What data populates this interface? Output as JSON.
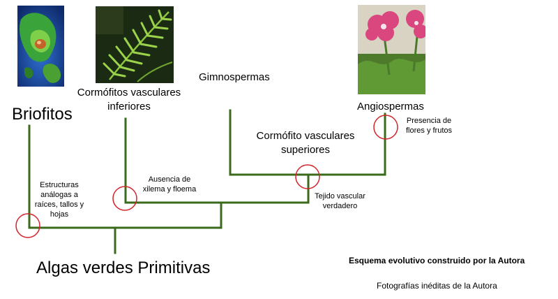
{
  "colors": {
    "branch": "#3a6b1c",
    "marker": "#d2232a"
  },
  "taxa": {
    "algas": "Algas verdes Primitivas",
    "briofitos": "Briofitos",
    "cormofitos_inferiores": [
      "Cormófitos vasculares",
      "inferiores"
    ],
    "gimnospermas": "Gimnospermas",
    "cormofitos_superiores": [
      "Cormófito vasculares",
      "superiores"
    ],
    "angiospermas": "Angiospermas"
  },
  "characters": {
    "estructuras": [
      "Estructuras",
      "análogas a",
      "raíces, tallos y",
      "hojas"
    ],
    "ausencia": [
      "Ausencia de",
      "xilema y floema"
    ],
    "tejido": [
      "Tejido vascular",
      "verdadero"
    ],
    "presencia": [
      "Presencia de",
      "flores y frutos"
    ]
  },
  "credits": {
    "title": "Esquema evolutivo construido por la Autora",
    "photos": "Fotografías inéditas de la Autora"
  },
  "photos": [
    {
      "name": "moss-photo",
      "subject": "Briofito"
    },
    {
      "name": "fern-photo",
      "subject": "Helecho"
    },
    {
      "name": "petunia-photo",
      "subject": "Angiosperma"
    }
  ]
}
